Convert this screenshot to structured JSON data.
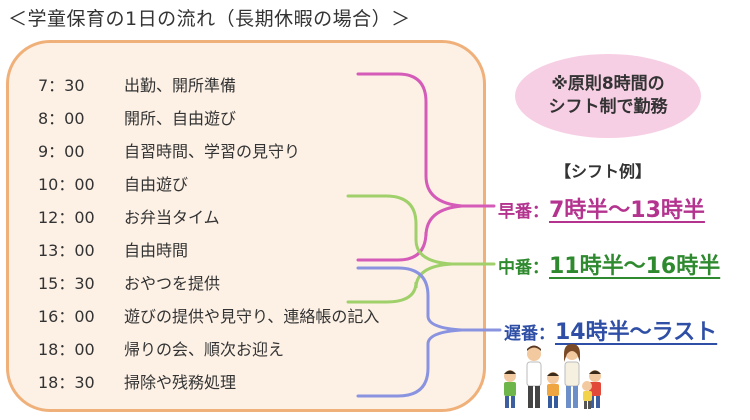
{
  "title": "＜学童保育の1日の流れ（長期休暇の場合）＞",
  "schedule": [
    {
      "time": "7：30",
      "activity": "出勤、開所準備"
    },
    {
      "time": "8：00",
      "activity": "開所、自由遊び"
    },
    {
      "time": "9：00",
      "activity": "自習時間、学習の見守り"
    },
    {
      "time": "10：00",
      "activity": "自由遊び"
    },
    {
      "time": "12：00",
      "activity": "お弁当タイム"
    },
    {
      "time": "13：00",
      "activity": "自由時間"
    },
    {
      "time": "15：30",
      "activity": "おやつを提供"
    },
    {
      "time": "16：00",
      "activity": "遊びの提供や見守り、連絡帳の記入"
    },
    {
      "time": "18：00",
      "activity": "帰りの会、順次お迎え"
    },
    {
      "time": "18：30",
      "activity": "掃除や残務処理"
    }
  ],
  "note": {
    "line1": "※原則8時間の",
    "line2": "シフト制で勤務"
  },
  "shift_heading": "【シフト例】",
  "shifts": {
    "early": {
      "label": "早番：",
      "hours": "7時半～13時半"
    },
    "middle": {
      "label": "中番：",
      "hours": "11時半～16時半"
    },
    "late": {
      "label": "遅番：",
      "hours": "14時半～ラスト"
    }
  },
  "colors": {
    "early": "#d45bb8",
    "middle": "#9fd06a",
    "late": "#8a93e0",
    "box_fill": "#fdf1e6",
    "box_border": "#f0b07a",
    "bubble": "#f7cfe4"
  },
  "icons": {
    "family": "family-illustration"
  }
}
